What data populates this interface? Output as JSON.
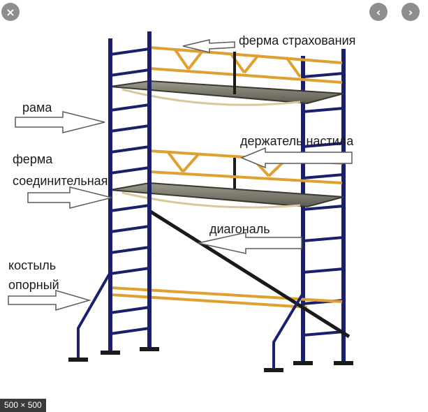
{
  "viewer": {
    "size_badge": "500 × 500",
    "close_icon": "×",
    "prev_icon": "‹",
    "next_icon": "›"
  },
  "labels": {
    "ferma_strahovaniya": "ферма страхования",
    "rama": "рама",
    "derzhatel_nastila": "держатель настила",
    "ferma": "ферма",
    "soedinitelnaya": "соединительная",
    "diagonal": "диагональ",
    "kostyl": "костыль",
    "opornyi": "опорный"
  },
  "colors": {
    "frame": "#1a1f6e",
    "truss": "#e0a030",
    "deck": "#7d7a6e",
    "diagonal": "#1a1a1a"
  }
}
